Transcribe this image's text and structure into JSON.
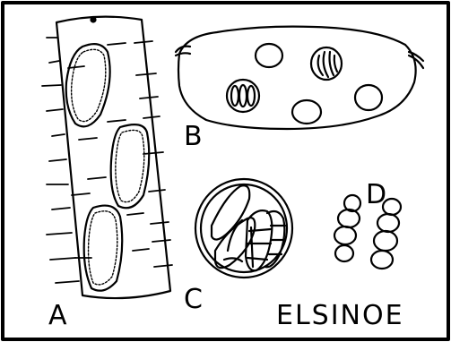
{
  "figure": {
    "title": "ELSINOE",
    "panel_labels": {
      "a": "A",
      "b": "B",
      "c": "C",
      "d": "D"
    }
  },
  "colors": {
    "ink": "#000000",
    "paper": "#ffffff"
  }
}
